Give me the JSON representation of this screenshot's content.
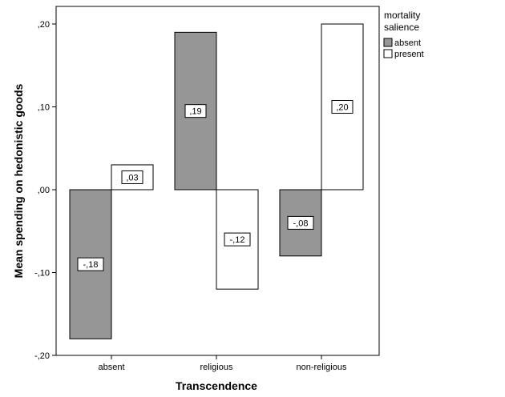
{
  "chart_data": {
    "type": "bar",
    "categories": [
      "absent",
      "religious",
      "non-religious"
    ],
    "series": [
      {
        "name": "absent",
        "values": [
          -0.18,
          0.19,
          -0.08
        ],
        "labels": [
          "-,18",
          ",19",
          "-,08"
        ],
        "color": "#969696"
      },
      {
        "name": "present",
        "values": [
          0.03,
          -0.12,
          0.2
        ],
        "labels": [
          ",03",
          "-,12",
          ",20"
        ],
        "color": "#ffffff"
      }
    ],
    "xlabel": "Transcendence",
    "ylabel": "Mean spending on hedonistic goods",
    "ylim": [
      -0.2,
      0.2
    ],
    "yticks": [
      0.2,
      0.1,
      0.0,
      -0.1,
      -0.2
    ],
    "ytick_labels": [
      ",20",
      ",10",
      ",00",
      "-,10",
      "-,20"
    ],
    "legend": {
      "title_lines": [
        "mortality",
        "salience"
      ],
      "position": "right"
    },
    "grid": false
  }
}
